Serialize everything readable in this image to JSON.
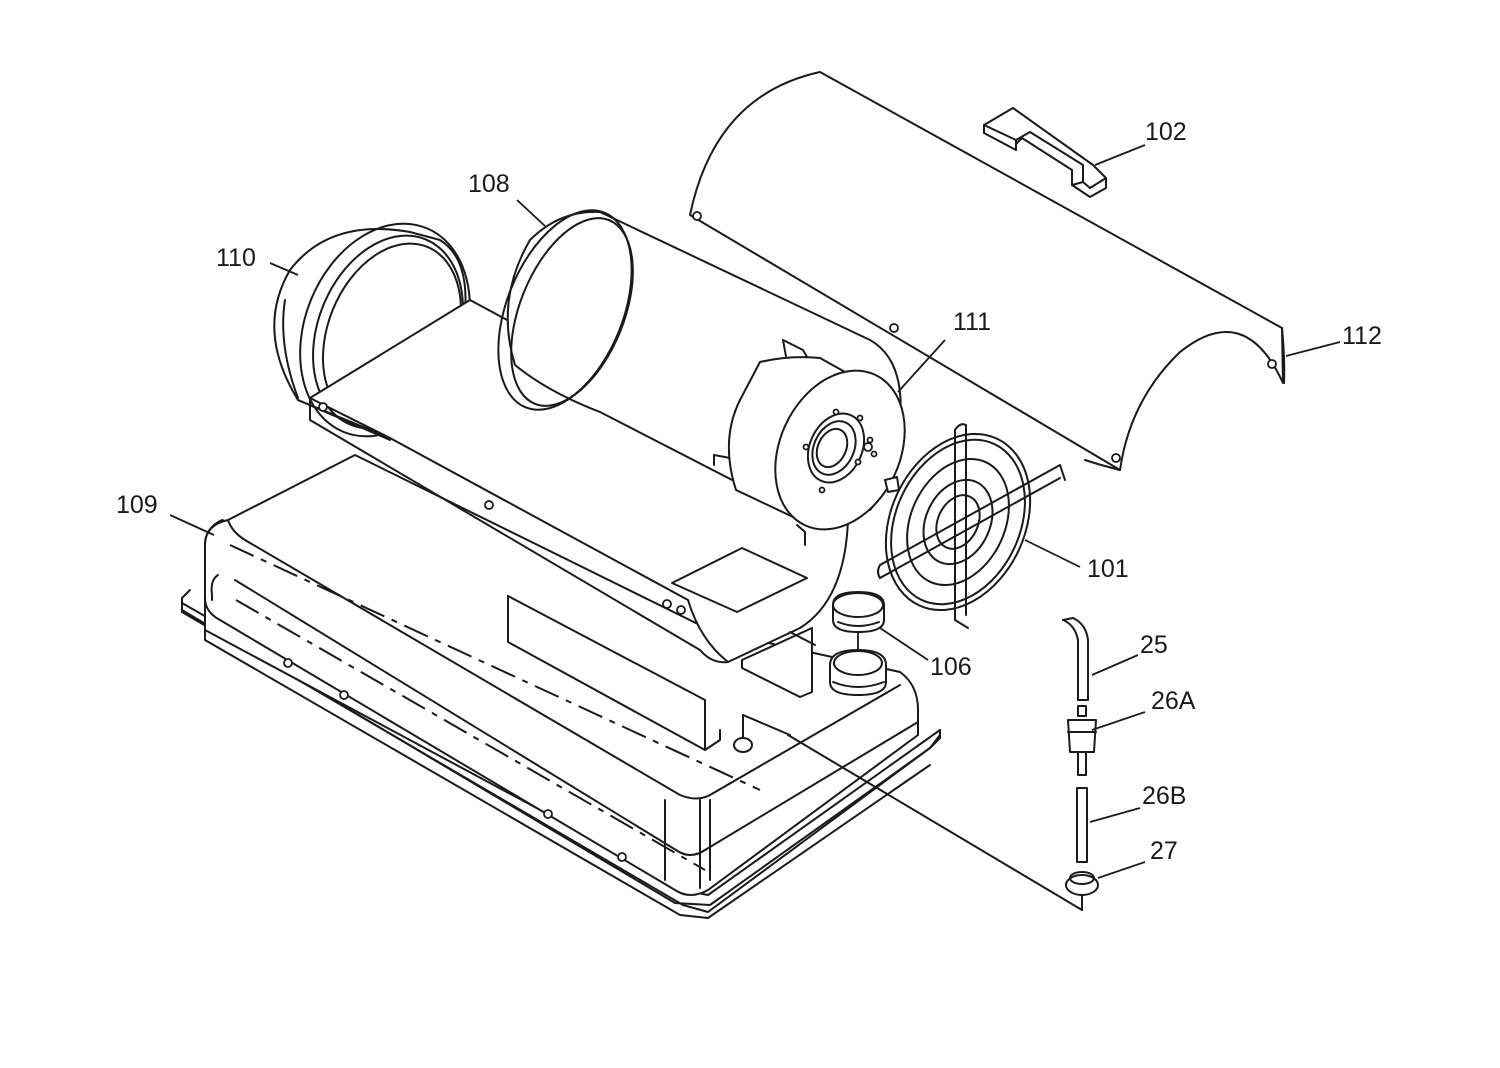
{
  "labels": {
    "p102": "102",
    "p108": "108",
    "p110": "110",
    "p111": "111",
    "p112": "112",
    "p109": "109",
    "p101": "101",
    "p106": "106",
    "p25": "25",
    "p26a": "26A",
    "p26b": "26B",
    "p27": "27"
  }
}
